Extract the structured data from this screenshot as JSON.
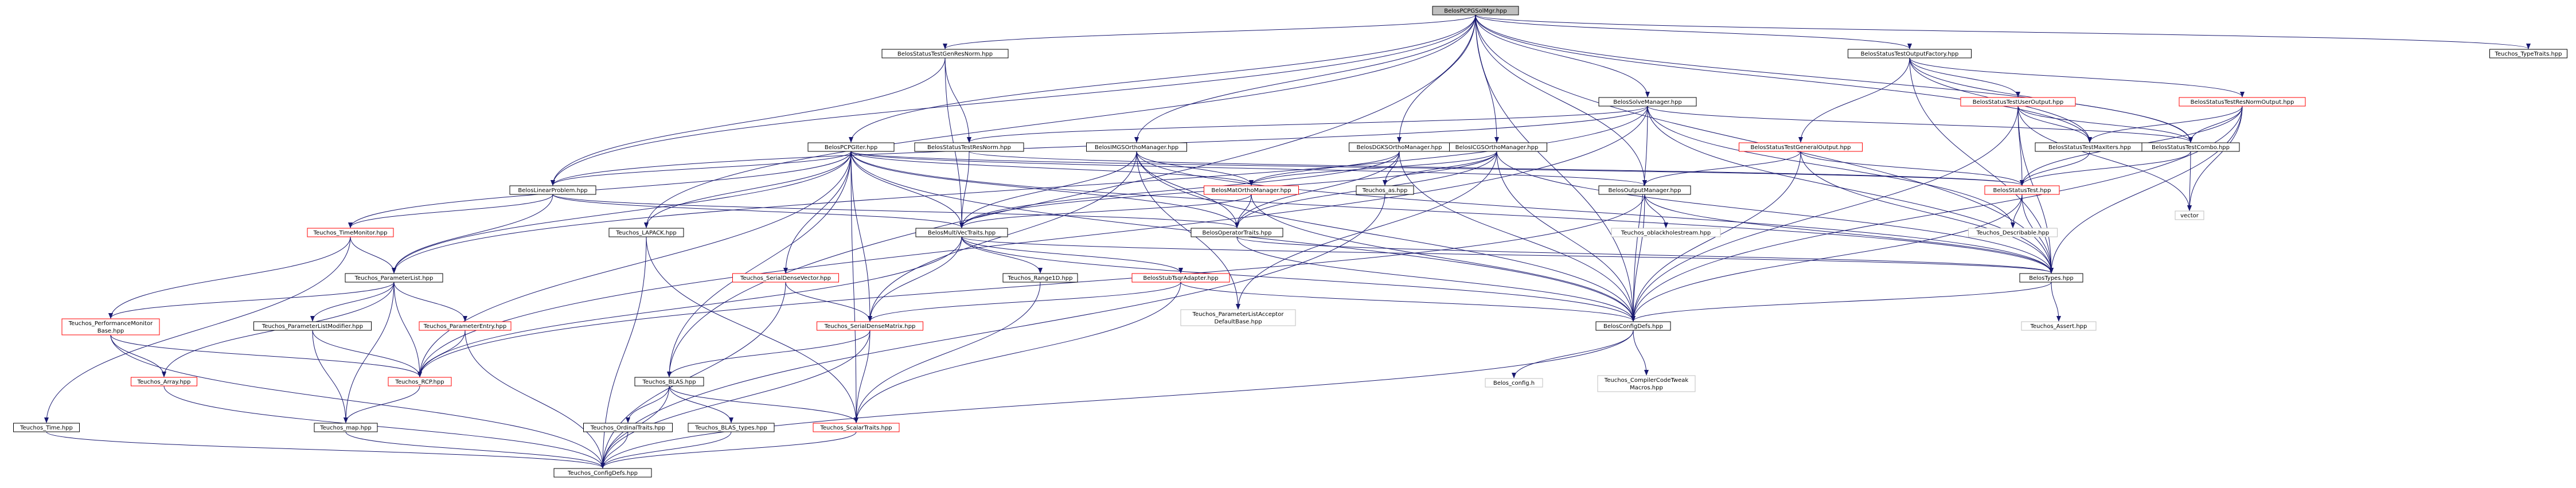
{
  "colors": {
    "root_fill": "#bfbfbf",
    "root_border": "#000000",
    "link_border": "#000000",
    "truncated_border": "#ff0000",
    "external_border": "#bfbfbf",
    "external_text": "#7f7f7f",
    "edge": "#191970"
  },
  "nodes": [
    {
      "id": "root",
      "kind": "root",
      "lines": [
        "BelosPCPGSolMgr.hpp"
      ]
    },
    {
      "id": "stgrn",
      "kind": "link",
      "lines": [
        "BelosStatusTestGenResNorm.hpp"
      ]
    },
    {
      "id": "solvemgr",
      "kind": "link",
      "lines": [
        "BelosSolveManager.hpp"
      ]
    },
    {
      "id": "stof",
      "kind": "link",
      "lines": [
        "BelosStatusTestOutputFactory.hpp"
      ]
    },
    {
      "id": "typetraits",
      "kind": "link",
      "lines": [
        "Teuchos_TypeTraits.hpp"
      ]
    },
    {
      "id": "strn",
      "kind": "link",
      "lines": [
        "BelosStatusTestResNorm.hpp"
      ]
    },
    {
      "id": "stgo",
      "kind": "truncated",
      "lines": [
        "BelosStatusTestGeneralOutput.hpp"
      ]
    },
    {
      "id": "stuo",
      "kind": "truncated",
      "lines": [
        "BelosStatusTestUserOutput.hpp"
      ]
    },
    {
      "id": "strno",
      "kind": "truncated",
      "lines": [
        "BelosStatusTestResNormOutput.hpp"
      ]
    },
    {
      "id": "stmax",
      "kind": "link",
      "lines": [
        "BelosStatusTestMaxIters.hpp"
      ]
    },
    {
      "id": "stcombo",
      "kind": "link",
      "lines": [
        "BelosStatusTestCombo.hpp"
      ]
    },
    {
      "id": "pcpgiter",
      "kind": "link",
      "lines": [
        "BelosPCPGIter.hpp"
      ]
    },
    {
      "id": "icgs",
      "kind": "link",
      "lines": [
        "BelosICGSOrthoManager.hpp"
      ]
    },
    {
      "id": "imgs",
      "kind": "link",
      "lines": [
        "BelosIMGSOrthoManager.hpp"
      ]
    },
    {
      "id": "dgks",
      "kind": "link",
      "lines": [
        "BelosDGKSOrthoManager.hpp"
      ]
    },
    {
      "id": "linprob",
      "kind": "link",
      "lines": [
        "BelosLinearProblem.hpp"
      ]
    },
    {
      "id": "timemon",
      "kind": "truncated",
      "lines": [
        "Teuchos_TimeMonitor.hpp"
      ]
    },
    {
      "id": "lapack",
      "kind": "link",
      "lines": [
        "Teuchos_LAPACK.hpp"
      ]
    },
    {
      "id": "serialdensevec",
      "kind": "truncated",
      "lines": [
        "Teuchos_SerialDenseVector.hpp"
      ]
    },
    {
      "id": "multivec",
      "kind": "link",
      "lines": [
        "BelosMultiVecTraits.hpp"
      ]
    },
    {
      "id": "matortho",
      "kind": "truncated",
      "lines": [
        "BelosMatOrthoManager.hpp"
      ]
    },
    {
      "id": "as",
      "kind": "link",
      "lines": [
        "Teuchos_as.hpp"
      ]
    },
    {
      "id": "optraits",
      "kind": "link",
      "lines": [
        "BelosOperatorTraits.hpp"
      ]
    },
    {
      "id": "outmgr",
      "kind": "link",
      "lines": [
        "BelosOutputManager.hpp"
      ]
    },
    {
      "id": "oblackhole",
      "kind": "external",
      "lines": [
        "Teuchos_oblackholestream.hpp"
      ]
    },
    {
      "id": "status",
      "kind": "truncated",
      "lines": [
        "BelosStatusTest.hpp"
      ]
    },
    {
      "id": "describable",
      "kind": "external",
      "lines": [
        "Teuchos_Describable.hpp"
      ]
    },
    {
      "id": "vector",
      "kind": "external",
      "lines": [
        "vector"
      ]
    },
    {
      "id": "paramlist",
      "kind": "link",
      "lines": [
        "Teuchos_ParameterList.hpp"
      ]
    },
    {
      "id": "range1d",
      "kind": "link",
      "lines": [
        "Teuchos_Range1D.hpp"
      ]
    },
    {
      "id": "stubtsqr",
      "kind": "truncated",
      "lines": [
        "BelosStubTsqrAdapter.hpp"
      ]
    },
    {
      "id": "placcept",
      "kind": "external",
      "lines": [
        "Teuchos_ParameterListAcceptor",
        "DefaultBase.hpp"
      ]
    },
    {
      "id": "belostypes",
      "kind": "link",
      "lines": [
        "BelosTypes.hpp"
      ]
    },
    {
      "id": "belosconfig",
      "kind": "link",
      "lines": [
        "BelosConfigDefs.hpp"
      ]
    },
    {
      "id": "perfmon",
      "kind": "truncated",
      "lines": [
        "Teuchos_PerformanceMonitor",
        "Base.hpp"
      ]
    },
    {
      "id": "plmod",
      "kind": "link",
      "lines": [
        "Teuchos_ParameterListModifier.hpp"
      ]
    },
    {
      "id": "paramentry",
      "kind": "truncated",
      "lines": [
        "Teuchos_ParameterEntry.hpp"
      ]
    },
    {
      "id": "serialdensemat",
      "kind": "truncated",
      "lines": [
        "Teuchos_SerialDenseMatrix.hpp"
      ]
    },
    {
      "id": "teuchosassert",
      "kind": "external",
      "lines": [
        "Teuchos_Assert.hpp"
      ]
    },
    {
      "id": "belosconfigh",
      "kind": "external",
      "lines": [
        "Belos_config.h"
      ]
    },
    {
      "id": "ccw",
      "kind": "external",
      "lines": [
        "Teuchos_CompilerCodeTweak",
        "Macros.hpp"
      ]
    },
    {
      "id": "array",
      "kind": "truncated",
      "lines": [
        "Teuchos_Array.hpp"
      ]
    },
    {
      "id": "rcp",
      "kind": "truncated",
      "lines": [
        "Teuchos_RCP.hpp"
      ]
    },
    {
      "id": "blas",
      "kind": "link",
      "lines": [
        "Teuchos_BLAS.hpp"
      ]
    },
    {
      "id": "map",
      "kind": "link",
      "lines": [
        "Teuchos_map.hpp"
      ]
    },
    {
      "id": "ordinal",
      "kind": "link",
      "lines": [
        "Teuchos_OrdinalTraits.hpp"
      ]
    },
    {
      "id": "blastypes",
      "kind": "link",
      "lines": [
        "Teuchos_BLAS_types.hpp"
      ]
    },
    {
      "id": "scalar",
      "kind": "truncated",
      "lines": [
        "Teuchos_ScalarTraits.hpp"
      ]
    },
    {
      "id": "time",
      "kind": "link",
      "lines": [
        "Teuchos_Time.hpp"
      ]
    },
    {
      "id": "teuchosconfig",
      "kind": "link",
      "lines": [
        "Teuchos_ConfigDefs.hpp"
      ]
    }
  ],
  "edges": [
    [
      "root",
      "stgrn"
    ],
    [
      "root",
      "solvemgr"
    ],
    [
      "root",
      "stof"
    ],
    [
      "root",
      "typetraits"
    ],
    [
      "root",
      "pcpgiter"
    ],
    [
      "root",
      "icgs"
    ],
    [
      "root",
      "imgs"
    ],
    [
      "root",
      "dgks"
    ],
    [
      "root",
      "linprob"
    ],
    [
      "root",
      "lapack"
    ],
    [
      "root",
      "blas"
    ],
    [
      "root",
      "stmax"
    ],
    [
      "root",
      "stcombo"
    ],
    [
      "root",
      "outmgr"
    ],
    [
      "root",
      "belosconfig"
    ],
    [
      "root",
      "belostypes"
    ],
    [
      "stgrn",
      "strn"
    ],
    [
      "stgrn",
      "multivec"
    ],
    [
      "stgrn",
      "linprob"
    ],
    [
      "solvemgr",
      "linprob"
    ],
    [
      "solvemgr",
      "strn"
    ],
    [
      "solvemgr",
      "stcombo"
    ],
    [
      "solvemgr",
      "belostypes"
    ],
    [
      "solvemgr",
      "belosconfig"
    ],
    [
      "solvemgr",
      "paramlist"
    ],
    [
      "solvemgr",
      "describable"
    ],
    [
      "solvemgr",
      "rcp"
    ],
    [
      "stof",
      "stgo"
    ],
    [
      "stof",
      "stuo"
    ],
    [
      "stof",
      "strno"
    ],
    [
      "stof",
      "stmax"
    ],
    [
      "stof",
      "stcombo"
    ],
    [
      "stof",
      "belostypes"
    ],
    [
      "strn",
      "status"
    ],
    [
      "strn",
      "multivec"
    ],
    [
      "stgo",
      "status"
    ],
    [
      "stgo",
      "outmgr"
    ],
    [
      "stgo",
      "belostypes"
    ],
    [
      "stgo",
      "belosconfig"
    ],
    [
      "stuo",
      "status"
    ],
    [
      "stuo",
      "stmax"
    ],
    [
      "stuo",
      "stcombo"
    ],
    [
      "stuo",
      "belostypes"
    ],
    [
      "stuo",
      "vector"
    ],
    [
      "stuo",
      "belosconfig"
    ],
    [
      "strno",
      "status"
    ],
    [
      "strno",
      "stmax"
    ],
    [
      "strno",
      "stcombo"
    ],
    [
      "strno",
      "belostypes"
    ],
    [
      "strno",
      "vector"
    ],
    [
      "strno",
      "belosconfig"
    ],
    [
      "stmax",
      "status"
    ],
    [
      "stcombo",
      "status"
    ],
    [
      "stcombo",
      "vector"
    ],
    [
      "pcpgiter",
      "linprob"
    ],
    [
      "pcpgiter",
      "multivec"
    ],
    [
      "pcpgiter",
      "optraits"
    ],
    [
      "pcpgiter",
      "matortho"
    ],
    [
      "pcpgiter",
      "outmgr"
    ],
    [
      "pcpgiter",
      "status"
    ],
    [
      "pcpgiter",
      "belosconfig"
    ],
    [
      "pcpgiter",
      "belostypes"
    ],
    [
      "pcpgiter",
      "serialdensevec"
    ],
    [
      "pcpgiter",
      "serialdensemat"
    ],
    [
      "pcpgiter",
      "scalar"
    ],
    [
      "pcpgiter",
      "timemon"
    ],
    [
      "pcpgiter",
      "paramlist"
    ],
    [
      "pcpgiter",
      "lapack"
    ],
    [
      "pcpgiter",
      "blas"
    ],
    [
      "pcpgiter",
      "rcp"
    ],
    [
      "icgs",
      "matortho"
    ],
    [
      "icgs",
      "multivec"
    ],
    [
      "icgs",
      "optraits"
    ],
    [
      "icgs",
      "as"
    ],
    [
      "icgs",
      "placcept"
    ],
    [
      "icgs",
      "belosconfig"
    ],
    [
      "icgs",
      "belostypes"
    ],
    [
      "imgs",
      "matortho"
    ],
    [
      "imgs",
      "multivec"
    ],
    [
      "imgs",
      "optraits"
    ],
    [
      "imgs",
      "serialdensemat"
    ],
    [
      "imgs",
      "placcept"
    ],
    [
      "imgs",
      "belosconfig"
    ],
    [
      "imgs",
      "belostypes"
    ],
    [
      "dgks",
      "matortho"
    ],
    [
      "dgks",
      "multivec"
    ],
    [
      "dgks",
      "as"
    ],
    [
      "dgks",
      "optraits"
    ],
    [
      "dgks",
      "belosconfig"
    ],
    [
      "linprob",
      "multivec"
    ],
    [
      "linprob",
      "optraits"
    ],
    [
      "linprob",
      "timemon"
    ],
    [
      "linprob",
      "paramlist"
    ],
    [
      "timemon",
      "paramlist"
    ],
    [
      "timemon",
      "perfmon"
    ],
    [
      "timemon",
      "time"
    ],
    [
      "lapack",
      "teuchosconfig"
    ],
    [
      "lapack",
      "scalar"
    ],
    [
      "serialdensevec",
      "serialdensemat"
    ],
    [
      "serialdensevec",
      "teuchosconfig"
    ],
    [
      "multivec",
      "belostypes"
    ],
    [
      "multivec",
      "range1d"
    ],
    [
      "multivec",
      "stubtsqr"
    ],
    [
      "multivec",
      "serialdensemat"
    ],
    [
      "multivec",
      "rcp"
    ],
    [
      "multivec",
      "belosconfig"
    ],
    [
      "matortho",
      "multivec"
    ],
    [
      "matortho",
      "optraits"
    ],
    [
      "matortho",
      "belosconfig"
    ],
    [
      "as",
      "teuchosconfig"
    ],
    [
      "optraits",
      "belostypes"
    ],
    [
      "optraits",
      "belosconfig"
    ],
    [
      "outmgr",
      "oblackhole"
    ],
    [
      "outmgr",
      "belostypes"
    ],
    [
      "outmgr",
      "belosconfig"
    ],
    [
      "outmgr",
      "rcp"
    ],
    [
      "status",
      "describable"
    ],
    [
      "status",
      "belostypes"
    ],
    [
      "status",
      "belosconfig"
    ],
    [
      "paramlist",
      "perfmon"
    ],
    [
      "paramlist",
      "plmod"
    ],
    [
      "paramlist",
      "paramentry"
    ],
    [
      "paramlist",
      "rcp"
    ],
    [
      "paramlist",
      "array"
    ],
    [
      "paramlist",
      "map"
    ],
    [
      "range1d",
      "scalar"
    ],
    [
      "stubtsqr",
      "serialdensemat"
    ],
    [
      "stubtsqr",
      "belosconfig"
    ],
    [
      "stubtsqr",
      "scalar"
    ],
    [
      "belostypes",
      "teuchosassert"
    ],
    [
      "belostypes",
      "belosconfig"
    ],
    [
      "belosconfig",
      "belosconfigh"
    ],
    [
      "belosconfig",
      "ccw"
    ],
    [
      "belosconfig",
      "teuchosconfig"
    ],
    [
      "perfmon",
      "array"
    ],
    [
      "perfmon",
      "rcp"
    ],
    [
      "perfmon",
      "teuchosconfig"
    ],
    [
      "plmod",
      "rcp"
    ],
    [
      "plmod",
      "map"
    ],
    [
      "paramentry",
      "rcp"
    ],
    [
      "paramentry",
      "teuchosconfig"
    ],
    [
      "serialdensemat",
      "blas"
    ],
    [
      "serialdensemat",
      "scalar"
    ],
    [
      "serialdensemat",
      "teuchosconfig"
    ],
    [
      "array",
      "teuchosconfig"
    ],
    [
      "rcp",
      "map"
    ],
    [
      "blas",
      "ordinal"
    ],
    [
      "blas",
      "blastypes"
    ],
    [
      "blas",
      "scalar"
    ],
    [
      "blas",
      "teuchosconfig"
    ],
    [
      "map",
      "teuchosconfig"
    ],
    [
      "ordinal",
      "teuchosconfig"
    ],
    [
      "blastypes",
      "teuchosconfig"
    ],
    [
      "scalar",
      "teuchosconfig"
    ],
    [
      "time",
      "teuchosconfig"
    ]
  ]
}
